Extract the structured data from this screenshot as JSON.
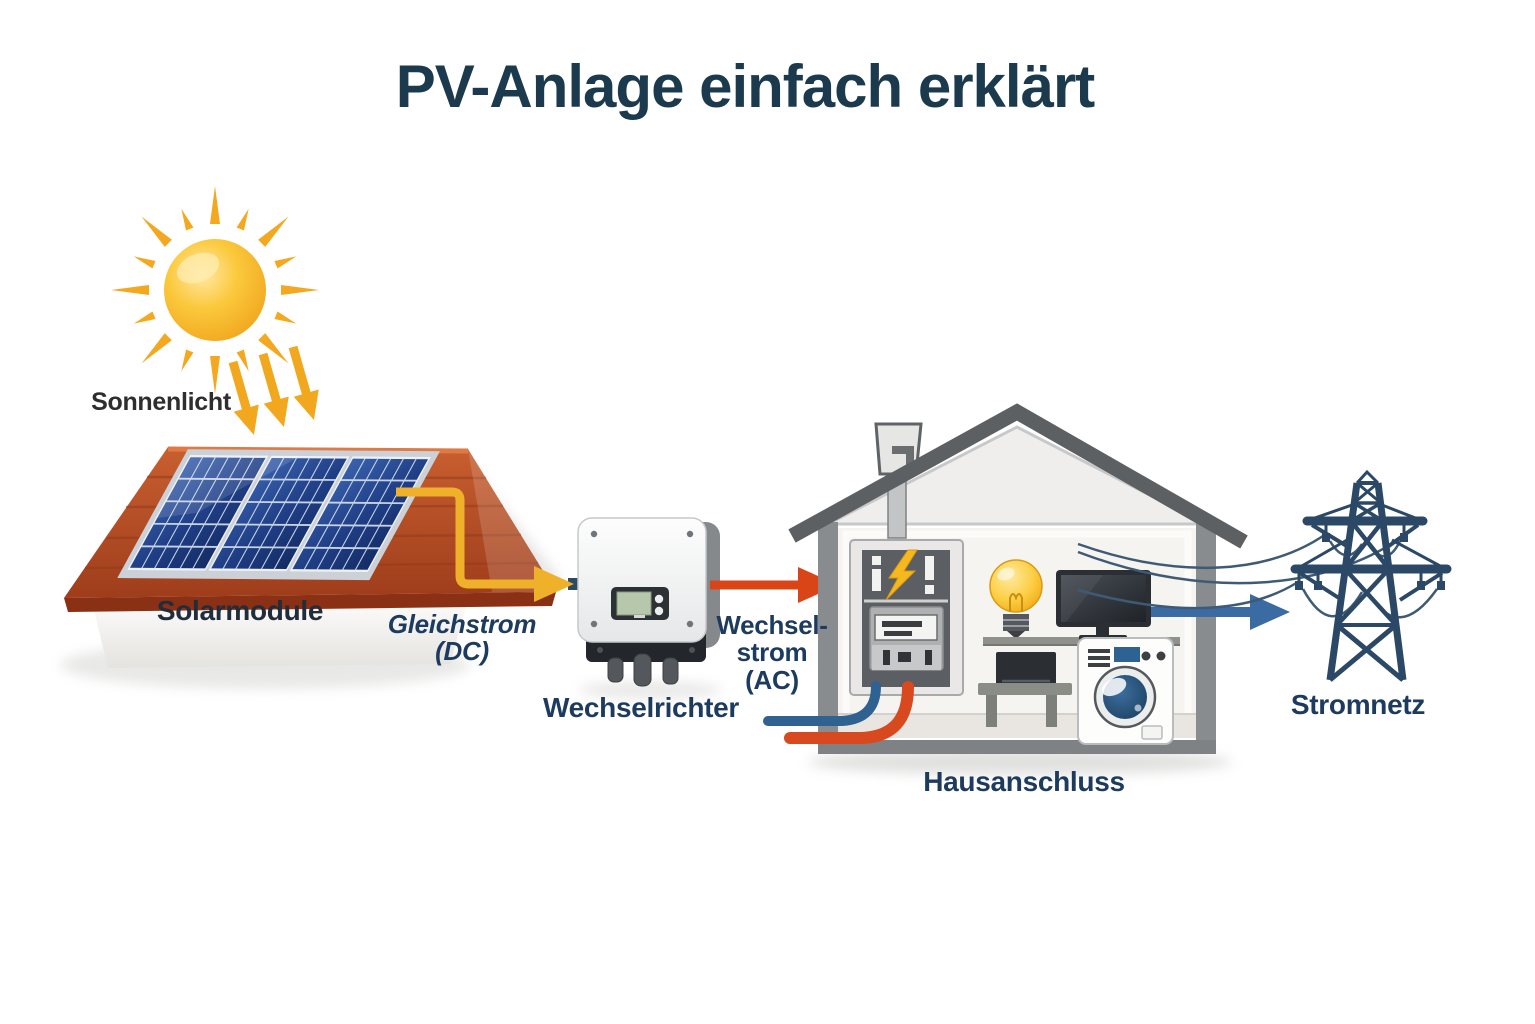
{
  "title": "PV-Anlage einfach erklärt",
  "labels": {
    "sunlight": "Sonnenlicht",
    "solar_modules": "Solarmodule",
    "dc_current": [
      "Gleichstrom",
      "(DC)"
    ],
    "inverter": "Wechselrichter",
    "ac_current": [
      "Wechsel-",
      "strom",
      "(AC)"
    ],
    "house_connection": "Hausanschluss",
    "power_grid": "Stromnetz"
  },
  "colors": {
    "title_text": "#1b3a4d",
    "navy_label": "#1d3a5f",
    "dark_label": "#2e2e2e",
    "sun_yellow": "#f9bd2e",
    "ray_orange": "#f2a71e",
    "dc_wire_yellow": "#f2b22d",
    "ac_arrow_red": "#d94517",
    "grid_arrow_blue": "#3a6ca3",
    "roof_terracotta": "#b44f28",
    "panel_blue": "#1d3e7a",
    "house_gray": "#5c6063",
    "tower_navy": "#2b4866",
    "bulb_yellow": "#f4b51c",
    "drum_blue": "#2e5f8c"
  },
  "icons": {
    "sun": "sun-icon",
    "sunlight_arrows": "sunlight-arrows-icon",
    "solar_roof": "roof-icon",
    "solar_panels": "solar-panels-icon",
    "dc_arrow": "dc-wire-arrow-icon",
    "inverter": "inverter-icon",
    "ac_arrow": "ac-arrow-icon",
    "house": "house-icon",
    "electrical_panel": "electrical-panel-icon",
    "light_bulb": "light-bulb-icon",
    "tv": "tv-icon",
    "laptop": "laptop-icon",
    "washing_machine": "washing-machine-icon",
    "grid_arrow": "grid-arrow-icon",
    "power_lines": "power-line-wires-icon",
    "power_tower": "power-tower-icon"
  }
}
